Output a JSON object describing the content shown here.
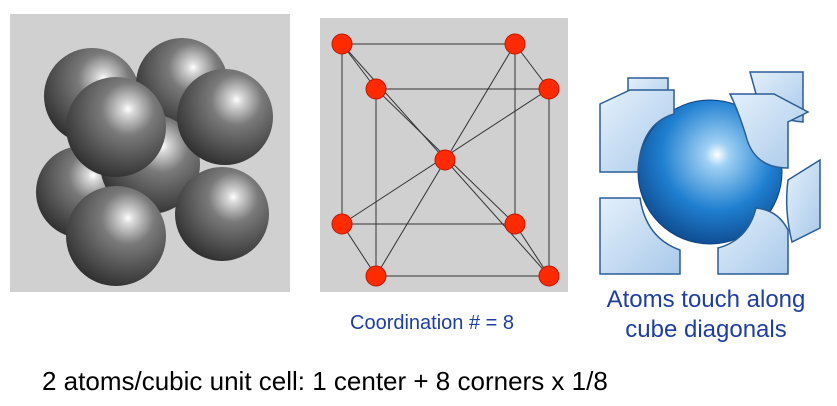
{
  "captions": {
    "coordination": "Coordination # = 8",
    "atoms_line1": "Atoms touch along",
    "atoms_line2": "cube diagonals",
    "unit_cell": "2 atoms/cubic unit cell:  1 center + 8 corners x 1/8"
  },
  "colors": {
    "caption": "#1f3fa0",
    "panel_bg": "#d0d0d0",
    "sphere": "#5a5a5a",
    "lattice_point": "#ff2a00",
    "cutaway": "#b8d4ee",
    "center_sphere": "#1a72c8"
  }
}
